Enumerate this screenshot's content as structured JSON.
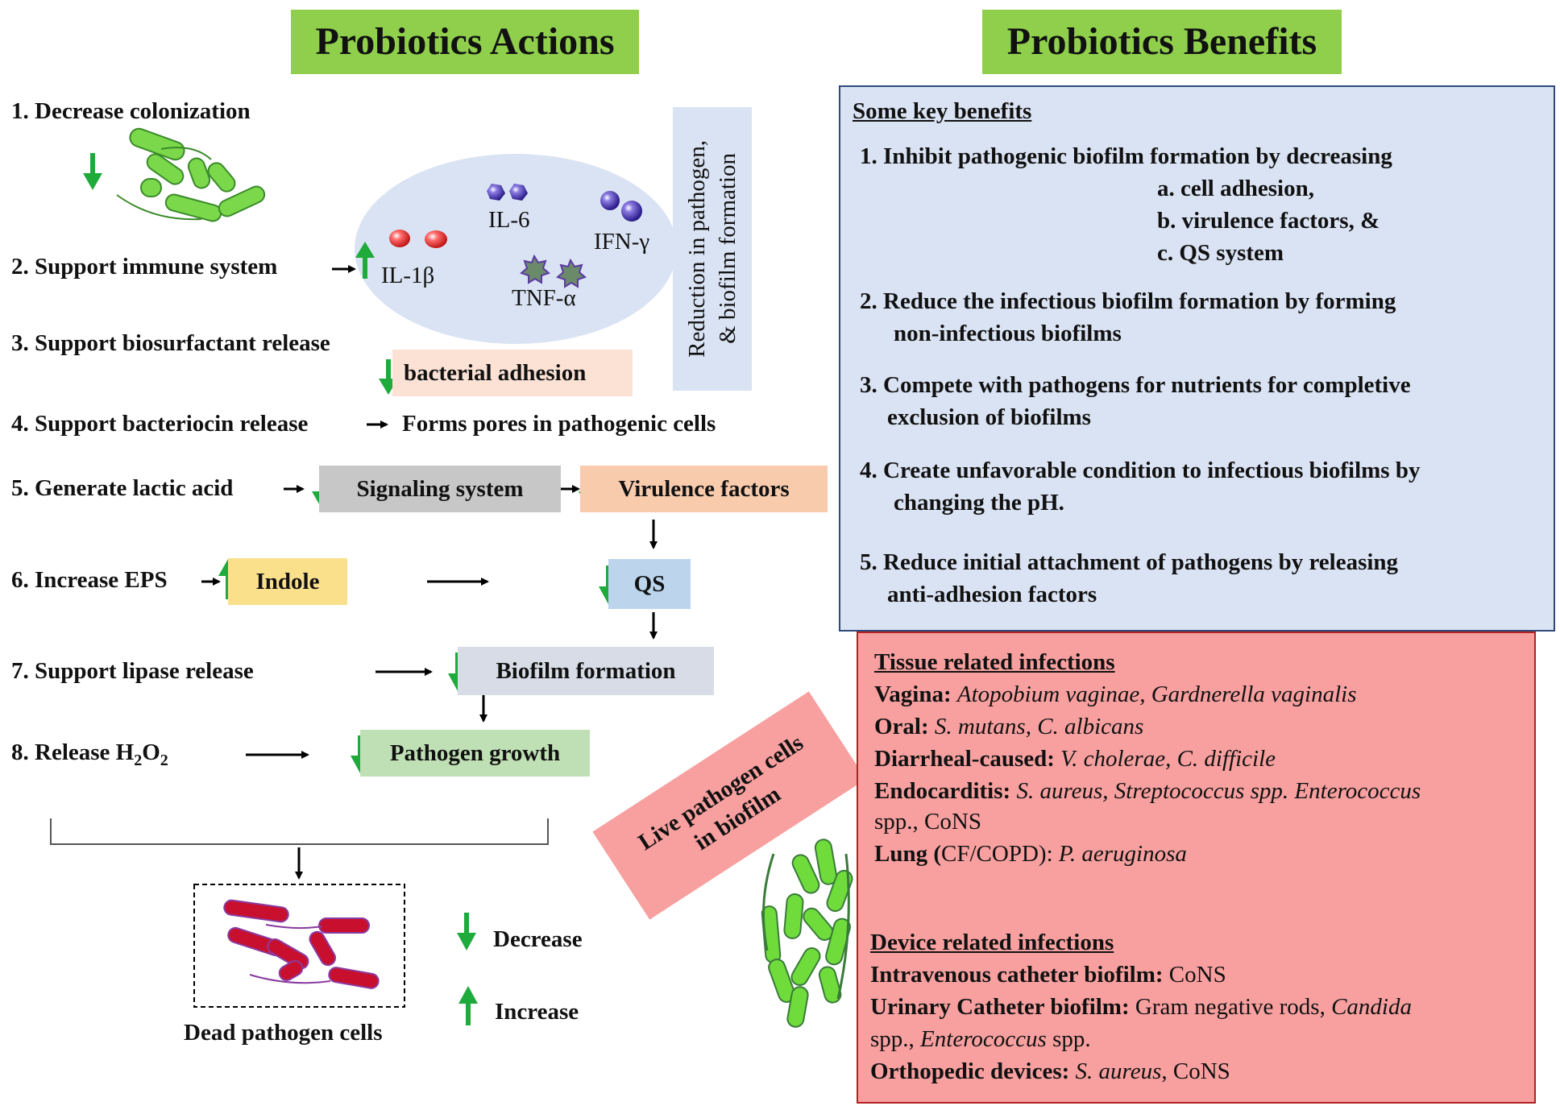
{
  "actions": {
    "title": "Probiotics Actions",
    "items": [
      "1. Decrease colonization",
      "2. Support immune system",
      "3. Support biosurfactant release",
      "4. Support bacteriocin release",
      "5. Generate lactic acid",
      "6. Increase EPS",
      "7. Support lipase release",
      "8.  Release H"
    ],
    "h2o2_sub": "2",
    "h2o2_o": "O",
    "cytokines": [
      "IL-1β",
      "IL-6",
      "IFN-γ",
      "TNF-α"
    ],
    "reduction_label_line1": "Reduction in pathogen,",
    "reduction_label_line2": "& biofilm formation",
    "bacterial_adhesion": "bacterial adhesion",
    "pores": "Forms pores in pathogenic cells",
    "signaling": "Signaling system",
    "virulence": "Virulence factors",
    "indole": "Indole",
    "qs": "QS",
    "biofilm_formation": "Biofilm formation",
    "pathogen_growth": "Pathogen growth",
    "dead_cells": "Dead pathogen cells",
    "live_label_line1": "Live pathogen cells",
    "live_label_line2": "in biofilm",
    "legend_decrease": "Decrease",
    "legend_increase": "Increase"
  },
  "benefits": {
    "title": "Probiotics Benefits",
    "heading": "Some key benefits",
    "lines": [
      "1. Inhibit pathogenic biofilm formation by decreasing",
      "a.   cell adhesion,",
      "b.   virulence factors, &",
      "c.   QS system",
      "2. Reduce the infectious biofilm formation by forming",
      "non-infectious biofilms",
      "3. Compete with pathogens for nutrients for completive",
      "exclusion of biofilms",
      "4. Create unfavorable condition to infectious biofilms by",
      "changing the pH.",
      "5. Reduce initial attachment of pathogens by releasing",
      "anti-adhesion factors"
    ]
  },
  "infections": {
    "tissue_heading": "Tissue related infections",
    "vagina_label": "Vagina:",
    "vagina_value": "Atopobium vaginae, Gardnerella vaginalis",
    "oral_label": "Oral:",
    "oral_value": "S. mutans, C. albicans",
    "diarrheal_label": "Diarrheal-caused:",
    "diarrheal_value": "V. cholerae, C. difficile",
    "endo_label": "Endocarditis:",
    "endo_value": "S. aureus, Streptococcus spp. Enterococcus",
    "endo_value2_plain": "spp., CoNS",
    "lung_label": "Lung (",
    "lung_mid": "CF/COPD",
    "lung_end": "):",
    "lung_value": "P. aeruginosa",
    "device_heading": "Device related infections",
    "iv_label": "Intravenous catheter biofilm:",
    "iv_value": "CoNS",
    "uc_label": "Urinary Catheter biofilm:",
    "uc_value": "Gram negative rods,",
    "uc_value_it": "Candida",
    "uc_value2a": "spp.,",
    "uc_value2b": "Enterococcus",
    "uc_value2c": "spp.",
    "ortho_label": "Orthopedic devices:",
    "ortho_value_it": "S. aureus",
    "ortho_value": ", CoNS"
  },
  "colors": {
    "title_green": "#8fcf4b",
    "arrow_green": "#1faa3c",
    "benefits_bg": "#dae3f3",
    "infections_bg": "#f7a09f",
    "cytokine_oval": "#dae3f3"
  }
}
